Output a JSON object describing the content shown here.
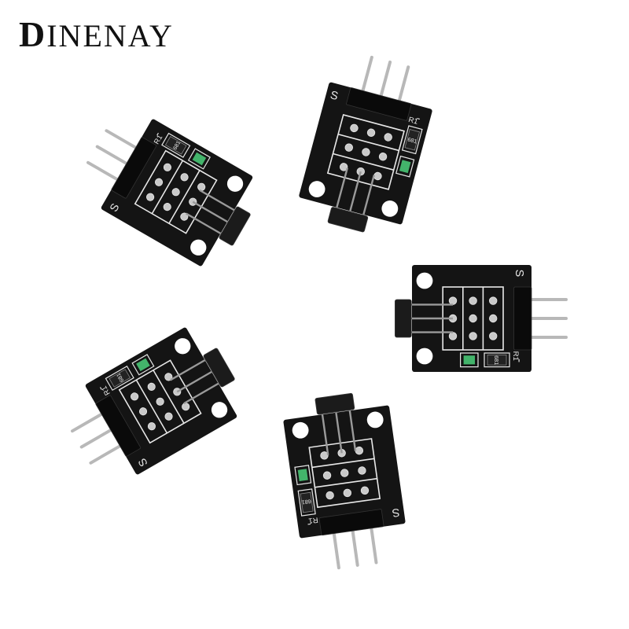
{
  "brand": {
    "initial": "D",
    "rest": "INENAY"
  },
  "boards": [
    {
      "id": "board-top-left",
      "angle": 30,
      "labels": {
        "s": "S",
        "minus": "-",
        "r1": "R1",
        "resistor": "681"
      },
      "pins": 3
    },
    {
      "id": "board-top-right",
      "angle": 15,
      "labels": {
        "s": "S",
        "minus": "-",
        "r1": "R1",
        "resistor": "681"
      },
      "pins": 3
    },
    {
      "id": "board-right",
      "angle": 90,
      "labels": {
        "s": "S",
        "minus": "-",
        "r1": "R1",
        "resistor": "681"
      },
      "pins": 3
    },
    {
      "id": "board-bottom-left",
      "angle": -30,
      "labels": {
        "s": "S",
        "minus": "-",
        "r1": "R1",
        "resistor": "681"
      },
      "pins": 3
    },
    {
      "id": "board-bottom-center",
      "angle": -8,
      "labels": {
        "s": "S",
        "minus": "-",
        "r1": "R1",
        "resistor": "681"
      },
      "pins": 3
    }
  ],
  "colors": {
    "pcb": "#141414",
    "pad": "#c9c9c9",
    "silkscreen": "#e8e8e8",
    "pin": "#b8b8b8",
    "led": "#4bd07a"
  }
}
